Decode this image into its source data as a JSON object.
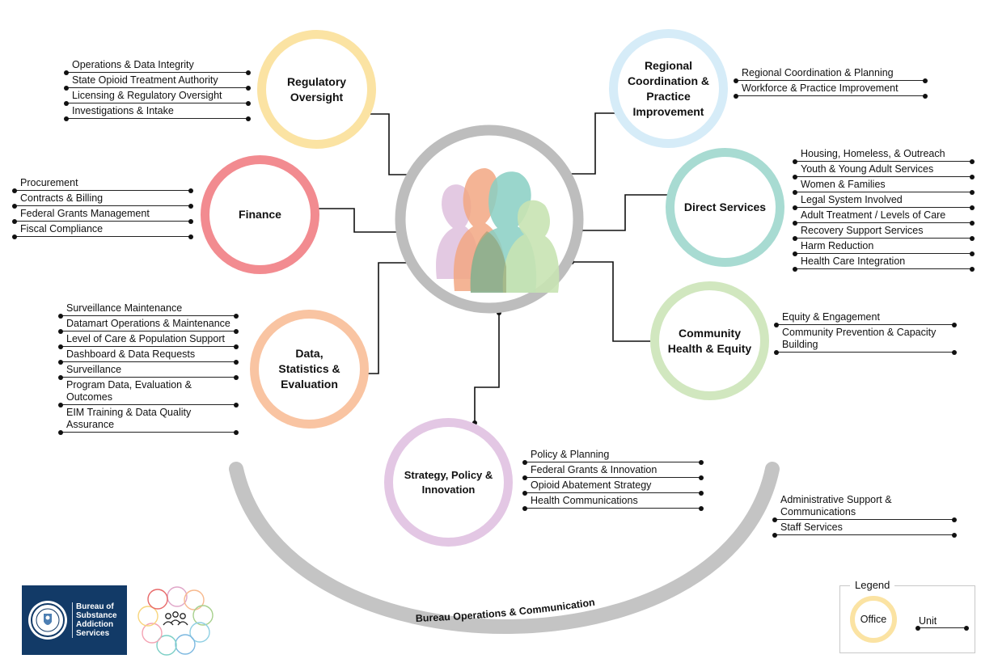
{
  "offices": {
    "regulatory": {
      "label": "Regulatory Oversight",
      "color": "#fbe3a3",
      "units": [
        "Operations & Data Integrity",
        "State Opioid Treatment Authority",
        "Licensing & Regulatory Oversight",
        "Investigations & Intake"
      ]
    },
    "finance": {
      "label": "Finance",
      "color": "#f28b90",
      "units": [
        "Procurement",
        "Contracts & Billing",
        "Federal Grants Management",
        "Fiscal Compliance"
      ]
    },
    "data": {
      "label": "Data, Statistics & Evaluation",
      "color": "#f9c4a2",
      "units": [
        "Surveillance Maintenance",
        "Datamart Operations & Maintenance",
        "Level of Care & Population Support",
        "Dashboard & Data Requests",
        "Surveillance",
        "Program Data, Evaluation & Outcomes",
        "EIM Training & Data Quality Assurance"
      ]
    },
    "regional": {
      "label": "Regional Coordination & Practice Improvement",
      "color": "#d6ecf8",
      "units": [
        "Regional Coordination & Planning",
        "Workforce & Practice Improvement"
      ]
    },
    "direct": {
      "label": "Direct Services",
      "color": "#a8dbd2",
      "units": [
        "Housing, Homeless, & Outreach",
        "Youth & Young Adult Services",
        "Women & Families",
        "Legal System Involved",
        "Adult Treatment / Levels of Care",
        "Recovery Support Services",
        "Harm Reduction",
        "Health Care Integration"
      ]
    },
    "community": {
      "label": "Community Health & Equity",
      "color": "#d1e7bf",
      "units": [
        "Equity & Engagement",
        "Community Prevention & Capacity Building"
      ]
    },
    "strategy": {
      "label": "Strategy, Policy & Innovation",
      "color": "#e3c7e4",
      "units": [
        "Policy & Planning",
        "Federal Grants & Innovation",
        "Opioid Abatement Strategy",
        "Health Communications"
      ]
    }
  },
  "bureau_operations": {
    "label": "Bureau Operations & Communication",
    "units": [
      "Administrative Support & Communications",
      "Staff Services"
    ]
  },
  "logo": {
    "lines": [
      "Bureau of",
      "Substance",
      "Addiction",
      "Services"
    ]
  },
  "legend": {
    "title": "Legend",
    "office_label": "Office",
    "unit_label": "Unit"
  },
  "icons": {
    "center": "people-silhouettes-icon",
    "seal": "state-seal-icon",
    "emblem": "circle-ring-people-icon"
  }
}
